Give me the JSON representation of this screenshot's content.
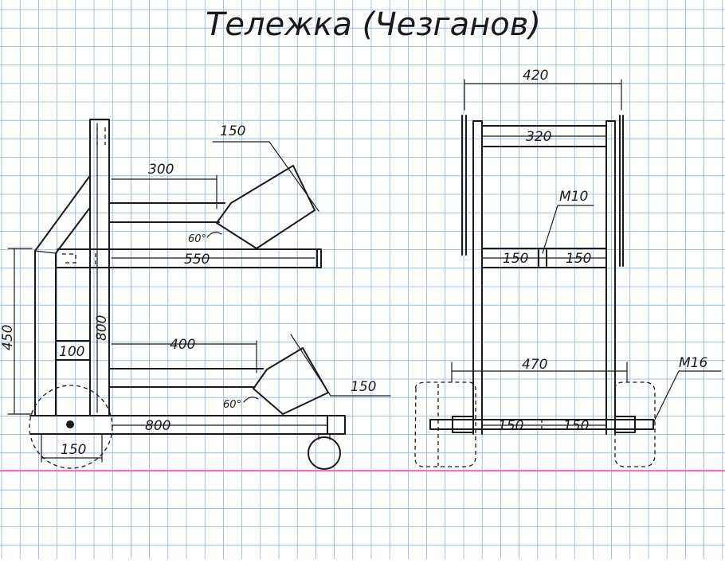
{
  "title": "Тележка (Чезганов)",
  "colors": {
    "paper": "#ffffff",
    "grid": "#8fb1dc",
    "margin_line": "#e87ab4",
    "ink": "#1a1a1a"
  },
  "side_view": {
    "dims": {
      "top_shelf_length": "550",
      "top_arm_length": "300",
      "top_tray_width": "150",
      "top_angle": "60°",
      "lower_arm_length": "400",
      "lower_tray_width": "150",
      "lower_angle": "60°",
      "base_length": "800",
      "height_total": "800",
      "handle_height": "450",
      "spacer": "100",
      "wheel_offset": "150"
    }
  },
  "front_view": {
    "dims": {
      "top_width": "420",
      "inner_width": "320",
      "bolt_label": "M10",
      "mid_left": "150",
      "mid_right": "150",
      "axle_width": "470",
      "axle_label": "M16",
      "axle_left": "150",
      "axle_right": "150"
    }
  }
}
